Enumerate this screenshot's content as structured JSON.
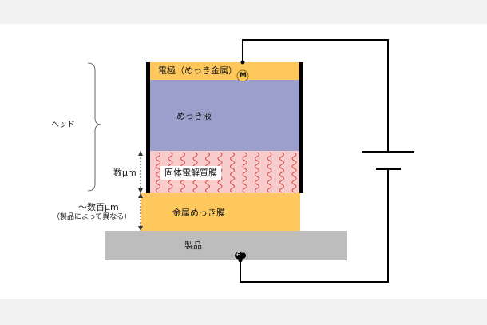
{
  "diagram": {
    "colors": {
      "electrode": "#fec85c",
      "plating_liquid": "#9b9fcc",
      "membrane_fill": "#f9cccc",
      "membrane_wave": "#d44c4c",
      "plated_film": "#fec85c",
      "product": "#bdbdbd",
      "wall": "#000000"
    },
    "labels": {
      "electrode": "電極（めっき金属）",
      "metal_badge": "M",
      "plating_liquid": "めっき液",
      "membrane": "固体電解質膜",
      "plated_film": "金属めっき膜",
      "product": "製品",
      "electron_badge": "e⁻"
    },
    "dimensions": {
      "head": "ヘッド",
      "membrane_thickness": "数μm",
      "film_thickness_value": "～数百μm",
      "film_thickness_note": "（製品によって異なる）"
    }
  }
}
